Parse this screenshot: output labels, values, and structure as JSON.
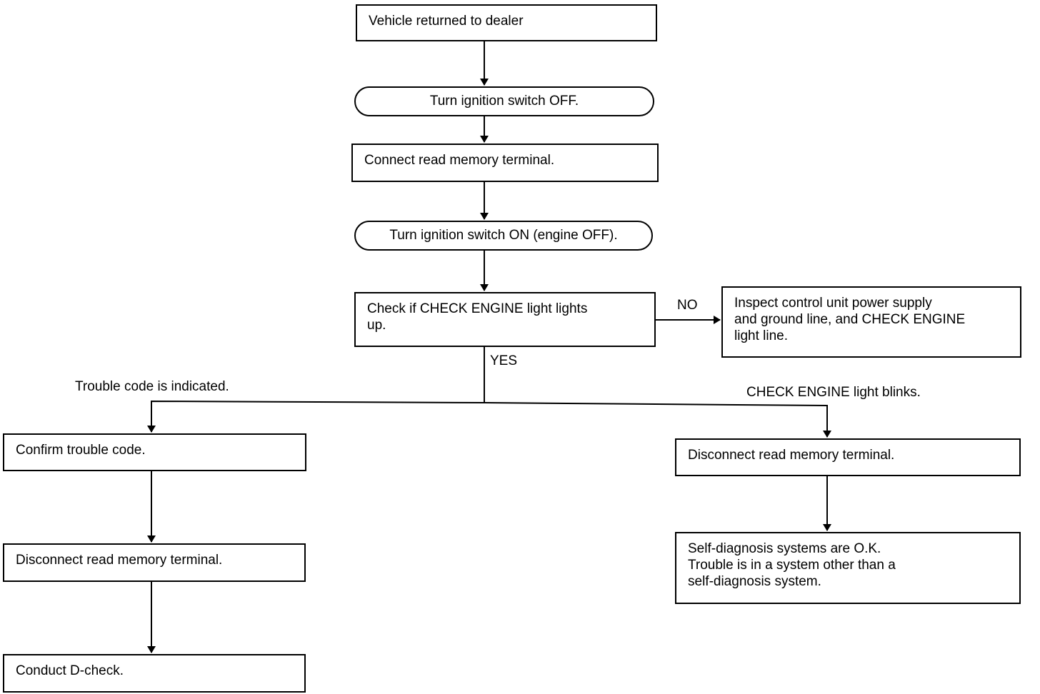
{
  "nodes": {
    "vehicle_returned": "Vehicle returned to dealer",
    "ignition_off": "Turn ignition switch OFF.",
    "connect_terminal": "Connect read memory terminal.",
    "ignition_on": "Turn ignition switch ON (engine OFF).",
    "check_light": "Check if CHECK ENGINE light lights\nup.",
    "inspect_power": "Inspect control unit power supply\nand ground line, and CHECK ENGINE\nlight line.",
    "confirm_code": "Confirm trouble code.",
    "disconnect_left": "Disconnect read memory terminal.",
    "conduct_dcheck": "Conduct D-check.",
    "disconnect_right": "Disconnect read memory terminal.",
    "self_diag_ok": "Self-diagnosis systems are O.K.\nTrouble is in a system other than a\nself-diagnosis system."
  },
  "edge_labels": {
    "no": "NO",
    "yes": "YES",
    "trouble_indicated": "Trouble code is indicated.",
    "light_blinks": "CHECK ENGINE light blinks."
  }
}
